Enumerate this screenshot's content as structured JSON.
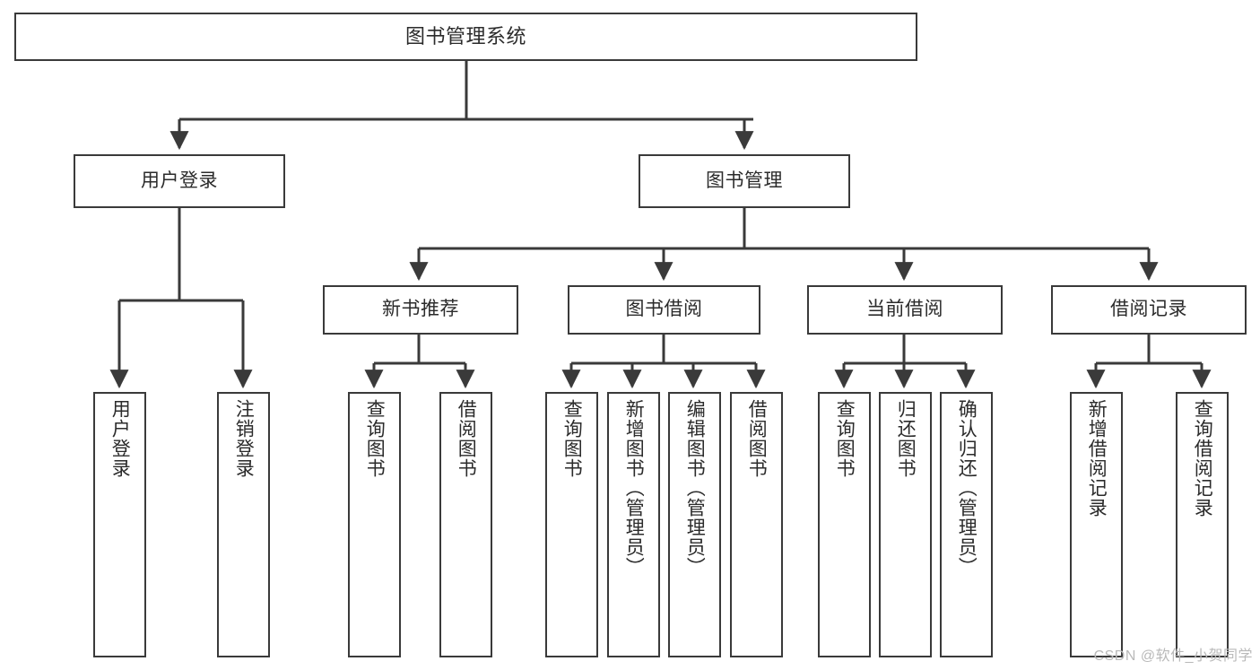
{
  "diagram": {
    "title": "图书管理系统",
    "watermark": "CSDN @软件_小贺同学",
    "colors": {
      "box_border": "#3a3a3a",
      "box_fill": "#ffffff",
      "connector": "#3a3a3a",
      "text": "#2b2b2b",
      "watermark": "#b9b9b9",
      "background": "#ffffff"
    },
    "levels": {
      "root": {
        "label": "图书管理系统"
      },
      "level2": [
        {
          "label": "用户登录"
        },
        {
          "label": "图书管理"
        }
      ],
      "level3": [
        {
          "label": "新书推荐"
        },
        {
          "label": "图书借阅"
        },
        {
          "label": "当前借阅"
        },
        {
          "label": "借阅记录"
        }
      ],
      "leaves_user_login": [
        {
          "label": "用户登录"
        },
        {
          "label": "注销登录"
        }
      ],
      "leaves_new_book": [
        {
          "label": "查询图书"
        },
        {
          "label": "借阅图书"
        }
      ],
      "leaves_borrow": [
        {
          "label": "查询图书"
        },
        {
          "label": "新增图书（管理员）"
        },
        {
          "label": "编辑图书（管理员）"
        },
        {
          "label": "借阅图书"
        }
      ],
      "leaves_current": [
        {
          "label": "查询图书"
        },
        {
          "label": "归还图书"
        },
        {
          "label": "确认归还（管理员）"
        }
      ],
      "leaves_records": [
        {
          "label": "新增借阅记录"
        },
        {
          "label": "查询借阅记录"
        }
      ]
    }
  }
}
